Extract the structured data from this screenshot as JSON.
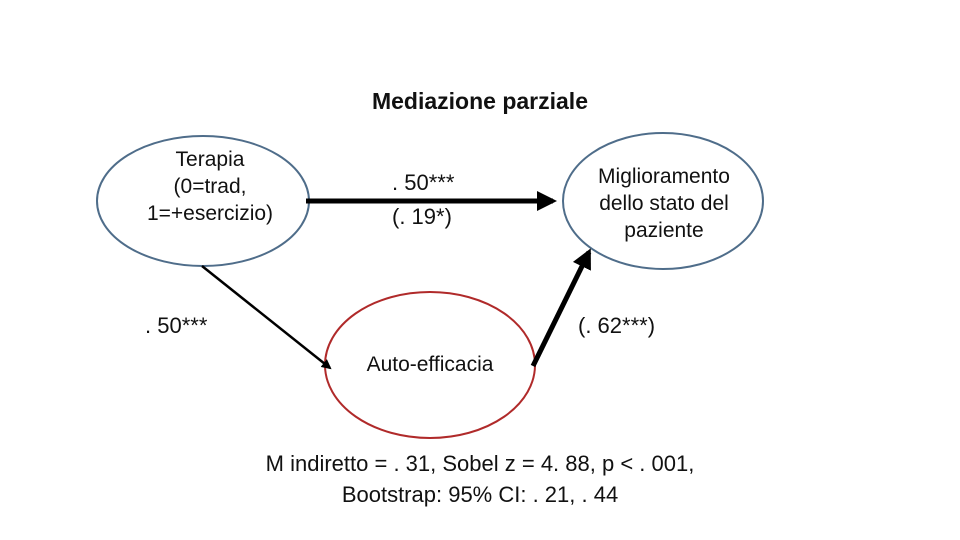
{
  "title": "Mediazione parziale",
  "nodes": {
    "treatment": {
      "lines": [
        "Terapia",
        "(0=trad,",
        "1=+esercizio)"
      ]
    },
    "outcome": {
      "lines": [
        "Miglioramento",
        "dello stato del",
        "paziente"
      ]
    },
    "mediator": {
      "lines": [
        "Auto-efficacia"
      ]
    }
  },
  "edges": {
    "direct": {
      "coef": ". 50***",
      "coef_controlled": "(. 19*)"
    },
    "a_path": {
      "coef": ". 50***"
    },
    "b_path": {
      "coef": "(. 62***)"
    }
  },
  "footer": {
    "line1": "M indiretto = . 31, Sobel z =  4. 88, p < . 001,",
    "line2": "Bootstrap: 95% CI: . 21, . 44"
  },
  "colors": {
    "treatment_border": "#4f6d8a",
    "outcome_border": "#4f6d8a",
    "mediator_border": "#b02a2a",
    "arrow": "#000000"
  }
}
